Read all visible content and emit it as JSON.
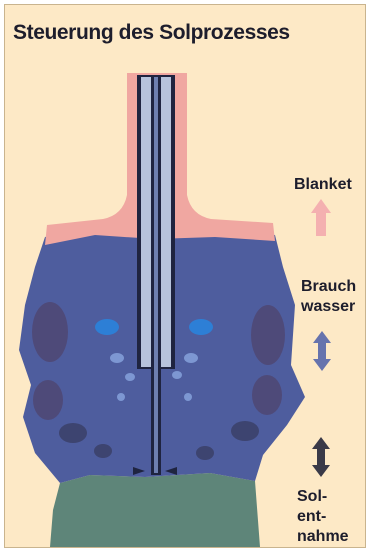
{
  "title": "Steuerung des Solprozesses",
  "labels": {
    "blanket": "Blanket",
    "brauchwasser_line1": "Brauch",
    "brauchwasser_line2": "wasser",
    "sole_line1": "Sol-",
    "sole_line2": "ent-",
    "sole_line3": "nahme"
  },
  "colors": {
    "background": "#fde9c6",
    "blanket_layer": "#f0a7a1",
    "water_cavern": "#4e5d9e",
    "brine_bottom": "#5e8579",
    "pipe_inner": "#b7c3dc",
    "blanket_arrow": "#f4b0b0",
    "water_arrow": "#6673ad",
    "brine_arrow": "#3a3a48"
  }
}
